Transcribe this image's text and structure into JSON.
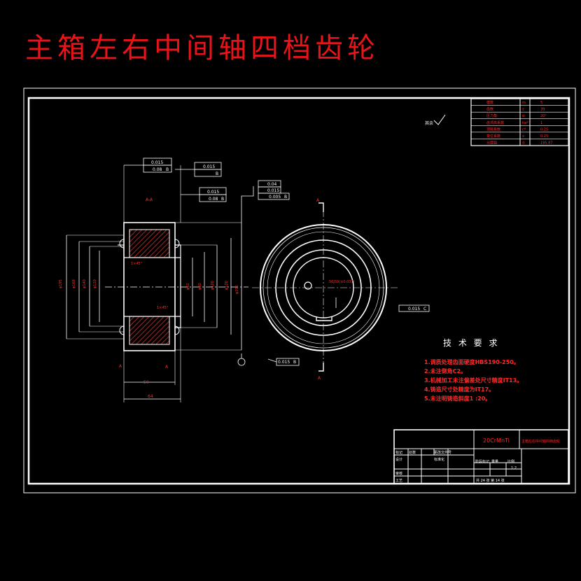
{
  "title": "主箱左右中间轴四档齿轮",
  "material": "20CrMnTi",
  "part_name": "主箱左右中间轴四档齿轮",
  "tech_requirements": {
    "heading": "技 术 要 求",
    "items": [
      "1.调质处理齿面硬度HBS190-250。",
      "2.未注倒角C2。",
      "3.机械加工未注偏差处尺寸精度IT13。",
      "4.铸造尺寸处精度为IT17。",
      "5.未注明铸造斜度1 :20。"
    ]
  },
  "gear_table": {
    "rows": [
      {
        "name": "模数",
        "sym": "m",
        "val": "5"
      },
      {
        "name": "齿数",
        "sym": "z",
        "val": "39"
      },
      {
        "name": "压力角",
        "sym": "α",
        "val": "20°"
      },
      {
        "name": "齿顶高系数",
        "sym": "ha*",
        "val": "1"
      },
      {
        "name": "顶隙系数",
        "sym": "c*",
        "val": "0.25"
      },
      {
        "name": "变位系数",
        "sym": "x",
        "val": "0.25"
      },
      {
        "name": "分度圆",
        "sym": "d",
        "val": "195.87"
      }
    ]
  },
  "title_block": {
    "labels": {
      "mark": "标记",
      "count": "处数",
      "doc": "更改文件号",
      "sign": "签字",
      "date": "日期",
      "designer": "设计",
      "standard": "标准化",
      "stage": "阶段标记",
      "weight": "重量",
      "scale": "比例",
      "review": "审核",
      "process": "工艺",
      "scale_val": "1:2",
      "sheets": "共 24 张 第 14 张"
    }
  },
  "annotations": {
    "tol1": "0.015",
    "tol2": "0.08",
    "tol3": "0.015",
    "tol4": "0.04",
    "tol5": "0.005",
    "tol6": "0.015",
    "ref_b": "B",
    "ref_c": "C",
    "ref_a": "A",
    "section": "A-A",
    "dim_width": "50",
    "dim_hub": "64",
    "rest": "其余"
  }
}
